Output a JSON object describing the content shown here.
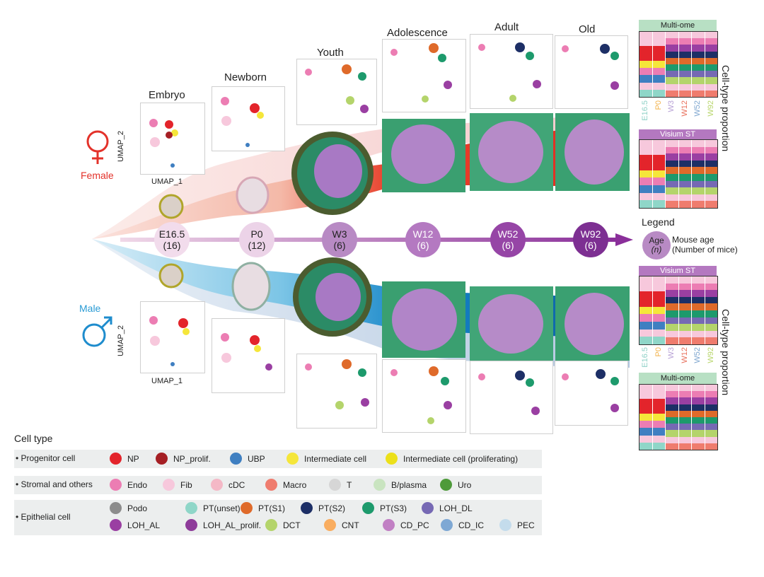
{
  "stages": [
    "Embryo",
    "Newborn",
    "Youth",
    "Adolescence",
    "Adult",
    "Old"
  ],
  "sexes": {
    "female": "Female",
    "male": "Male"
  },
  "umap_axes": {
    "x": "UMAP_1",
    "y": "UMAP_2"
  },
  "timepoints": [
    {
      "label": "E16.5",
      "n": "(16)",
      "color": "#f2dcec",
      "text_color": "#222222"
    },
    {
      "label": "P0",
      "n": "(12)",
      "color": "#ecd3e8",
      "text_color": "#222222"
    },
    {
      "label": "W3",
      "n": "(6)",
      "color": "#b88ac4",
      "text_color": "#222222"
    },
    {
      "label": "W12",
      "n": "(6)",
      "color": "#b479c1",
      "text_color": "#ffffff"
    },
    {
      "label": "W52",
      "n": "(6)",
      "color": "#9645a6",
      "text_color": "#ffffff"
    },
    {
      "label": "W92",
      "n": "(6)",
      "color": "#7d2f92",
      "text_color": "#ffffff"
    }
  ],
  "legend": {
    "title": "Legend",
    "age": "Age",
    "n": "(n)",
    "line1": "Mouse age",
    "line2": "(Number of mice)"
  },
  "panels": {
    "multiome": "Multi-ome",
    "visium": "Visium ST",
    "side_label": "Cell-type proportion",
    "bar_labels": [
      {
        "text": "E16.5",
        "color": "#8fd1c7"
      },
      {
        "text": "P0",
        "color": "#f2b24a"
      },
      {
        "text": "W3",
        "color": "#b9a3d6"
      },
      {
        "text": "W12",
        "color": "#e8705c"
      },
      {
        "text": "W52",
        "color": "#7ea6cf"
      },
      {
        "text": "W92",
        "color": "#b9d66e"
      }
    ]
  },
  "cell_type": {
    "title": "Cell type",
    "groups": [
      {
        "name": "Progenitor cell",
        "items": [
          {
            "label": "NP",
            "color": "#e3242b"
          },
          {
            "label": "NP_prolif.",
            "color": "#a51f24"
          },
          {
            "label": "UBP",
            "color": "#3f7fc1"
          },
          {
            "label": "Intermediate cell",
            "color": "#f5e63a"
          },
          {
            "label": "Intermediate cell (proliferating)",
            "color": "#ece01a"
          }
        ]
      },
      {
        "name": "Stromal and others",
        "items": [
          {
            "label": "Endo",
            "color": "#ec7db3"
          },
          {
            "label": "Fib",
            "color": "#f7c8dc"
          },
          {
            "label": "cDC",
            "color": "#f4b8c6"
          },
          {
            "label": "Macro",
            "color": "#ef7c6e"
          },
          {
            "label": "T",
            "color": "#d6d6d6"
          },
          {
            "label": "B/plasma",
            "color": "#c9e4c0"
          },
          {
            "label": "Uro",
            "color": "#4e9a3a"
          }
        ]
      },
      {
        "name": "Epithelial cell",
        "items": [
          {
            "label": "Podo",
            "color": "#8c8c8c"
          },
          {
            "label": "PT(unset)",
            "color": "#8fd6c8"
          },
          {
            "label": "PT(S1)",
            "color": "#df6a2a"
          },
          {
            "label": "PT(S2)",
            "color": "#1d2f66"
          },
          {
            "label": "PT(S3)",
            "color": "#1d9a6c"
          },
          {
            "label": "LOH_DL",
            "color": "#7669b4"
          },
          {
            "label": "LOH_AL",
            "color": "#9a3fa2"
          },
          {
            "label": "LOH_AL_prolif.",
            "color": "#8e3c9a"
          },
          {
            "label": "DCT",
            "color": "#b4d46b"
          },
          {
            "label": "CNT",
            "color": "#f9ad60"
          },
          {
            "label": "CD_PC",
            "color": "#c180c4"
          },
          {
            "label": "CD_IC",
            "color": "#7ea8d4"
          },
          {
            "label": "PEC",
            "color": "#c4dcec"
          }
        ]
      }
    ]
  }
}
